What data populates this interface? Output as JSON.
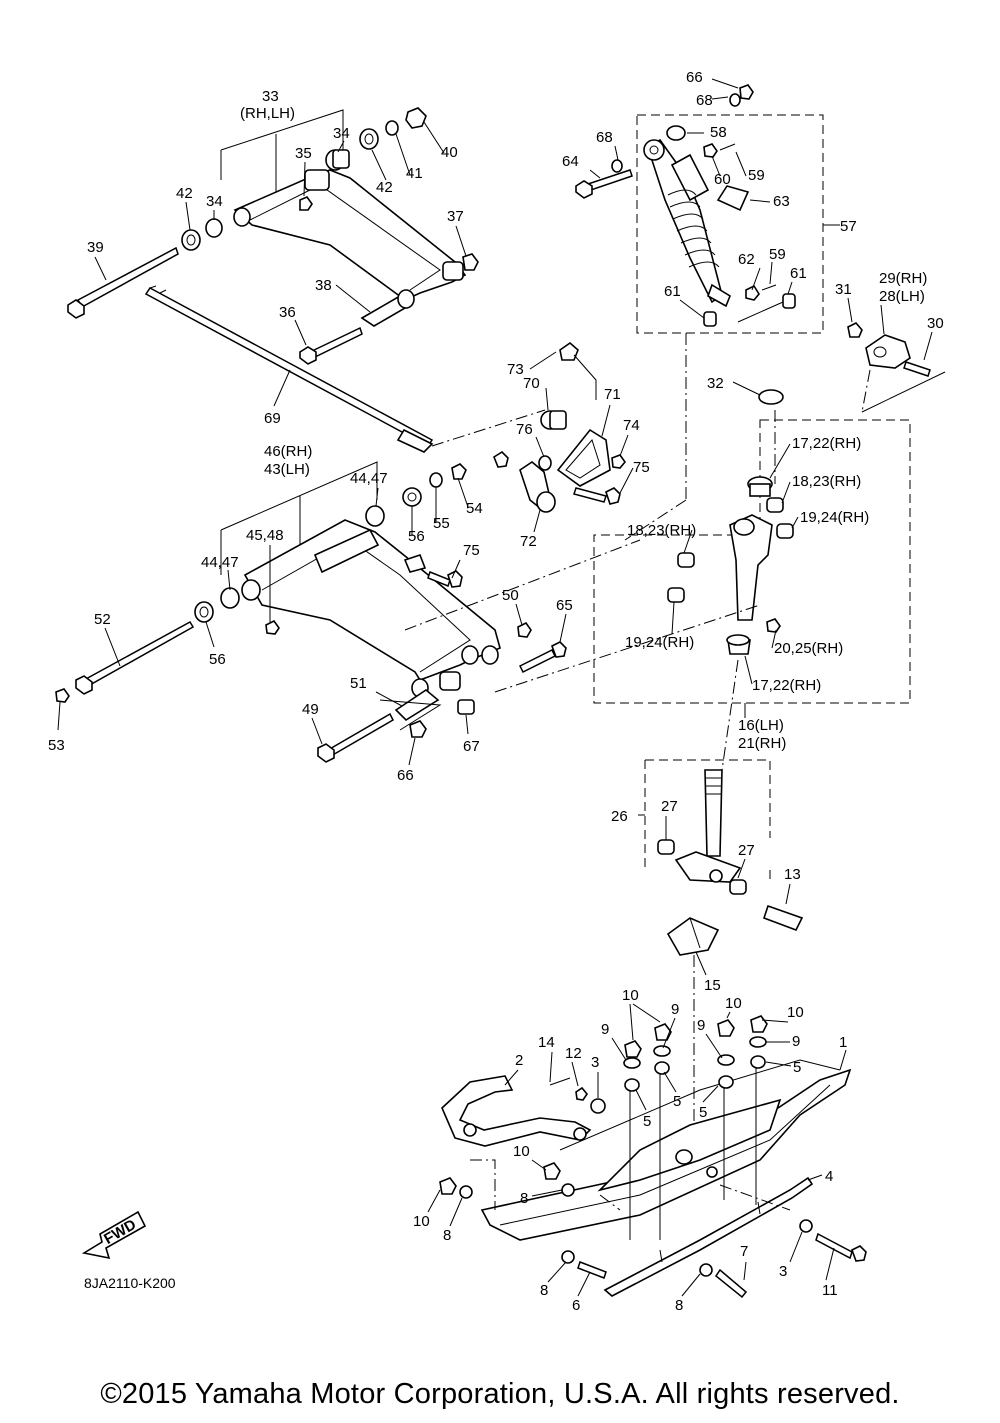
{
  "diagram_code": "8JA2110-K200",
  "copyright": "©2015 Yamaha Motor Corporation, U.S.A. All rights reserved.",
  "fwd_label": "FWD",
  "callouts": {
    "c66a": "66",
    "c68a": "68",
    "c68b": "68",
    "c64": "64",
    "c58": "58",
    "c60": "60",
    "c59a": "59",
    "c63": "63",
    "c57": "57",
    "c62": "62",
    "c59b": "59",
    "c61a": "61",
    "c61b": "61",
    "c33": "33",
    "c33s": "(RH,LH)",
    "c34a": "34",
    "c34b": "34",
    "c35": "35",
    "c40": "40",
    "c41": "41",
    "c42a": "42",
    "c42b": "42",
    "c37": "37",
    "c39": "39",
    "c38": "38",
    "c36": "36",
    "c69": "69",
    "c73": "73",
    "c70": "70",
    "c71": "71",
    "c74": "74",
    "c76": "76",
    "c75a": "75",
    "c72": "72",
    "c31": "31",
    "c29": "29(RH)",
    "c28": "28(LH)",
    "c30": "30",
    "c32": "32",
    "c17a": "17,22(RH)",
    "c18a": "18,23(RH)",
    "c19a": "19,24(RH)",
    "c18b": "18,23(RH)",
    "c19b": "19,24(RH)",
    "c20": "20,25(RH)",
    "c17b": "17,22(RH)",
    "c16": "16(LH)",
    "c21": "21(RH)",
    "c46": "46(RH)",
    "c43": "43(LH)",
    "c4447a": "44,47",
    "c54": "54",
    "c55": "55",
    "c56a": "56",
    "c4548": "45,48",
    "c4447b": "44,47",
    "c75b": "75",
    "c52": "52",
    "c56b": "56",
    "c53": "53",
    "c50": "50",
    "c65": "65",
    "c51": "51",
    "c49": "49",
    "c66b": "66",
    "c67": "67",
    "c26": "26",
    "c27a": "27",
    "c27b": "27",
    "c13": "13",
    "c15": "15",
    "c10a": "10",
    "c9a": "9",
    "c9b": "9",
    "c10b": "10",
    "c9c": "9",
    "c10c": "10",
    "c9d": "9",
    "c1": "1",
    "c14": "14",
    "c12": "12",
    "c3a": "3",
    "c2": "2",
    "c5a": "5",
    "c5b": "5",
    "c5c": "5",
    "c5d": "5",
    "c10d": "10",
    "c8a": "8",
    "c10e": "10",
    "c8b": "8",
    "c4": "4",
    "c8c": "8",
    "c6": "6",
    "c8d": "8",
    "c7": "7",
    "c3b": "3",
    "c11": "11"
  }
}
